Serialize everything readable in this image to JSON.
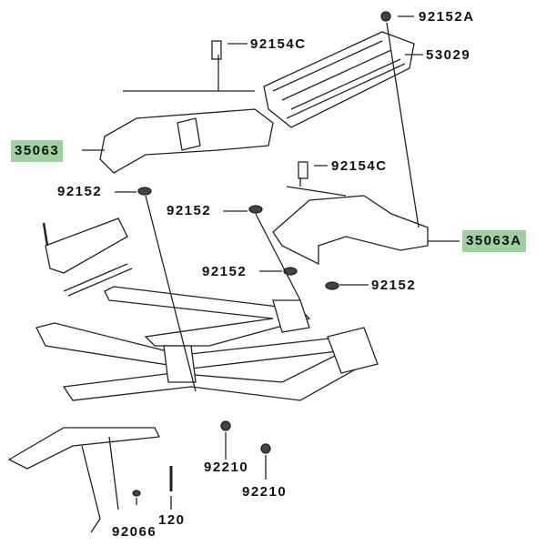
{
  "title": "Rear frame / carrier parts diagram",
  "highlight_color": "#9fd09f",
  "labels": {
    "p92152A": "92152A",
    "p92154C_top": "92154C",
    "p53029": "53029",
    "p35063": "35063",
    "p92152_left": "92152",
    "p92152_mid": "92152",
    "p92154C_right": "92154C",
    "p35063A": "35063A",
    "p92152_center": "92152",
    "p92152_right": "92152",
    "p92210_left": "92210",
    "p92210_right": "92210",
    "p120": "120",
    "p92066": "92066"
  }
}
